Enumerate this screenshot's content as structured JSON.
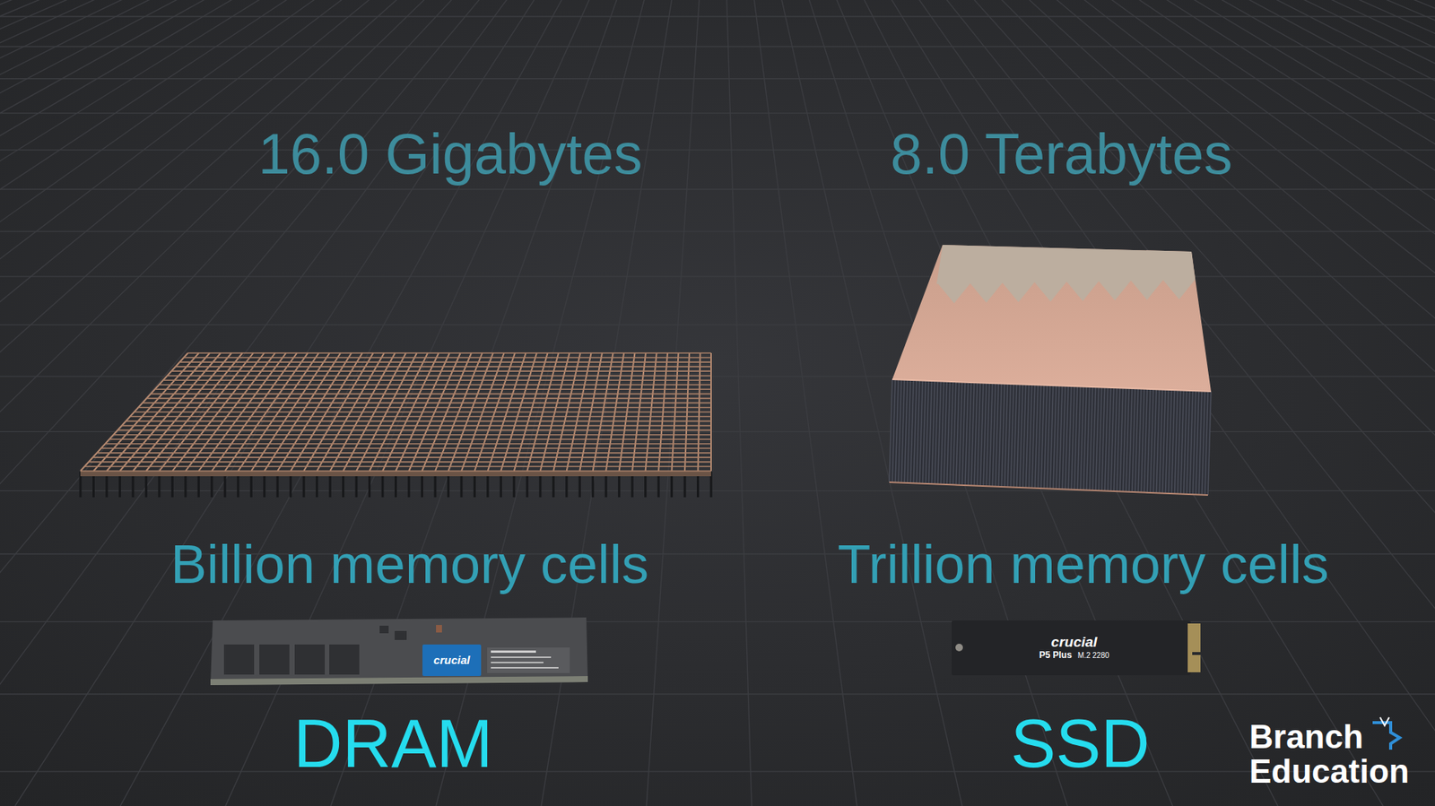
{
  "diagram": {
    "nodes": [
      {
        "text": [
          "crucial"
        ]
      },
      {
        "text": [
          "crucial",
          "P5 Plus",
          "M.2 2280"
        ]
      }
    ],
    "labels": [
      "16.0 Gigabytes",
      "8.0 Terabytes",
      "Billion memory cells",
      "Trillion memory cells",
      "DRAM",
      "SSD",
      "Branch Education"
    ]
  }
}
